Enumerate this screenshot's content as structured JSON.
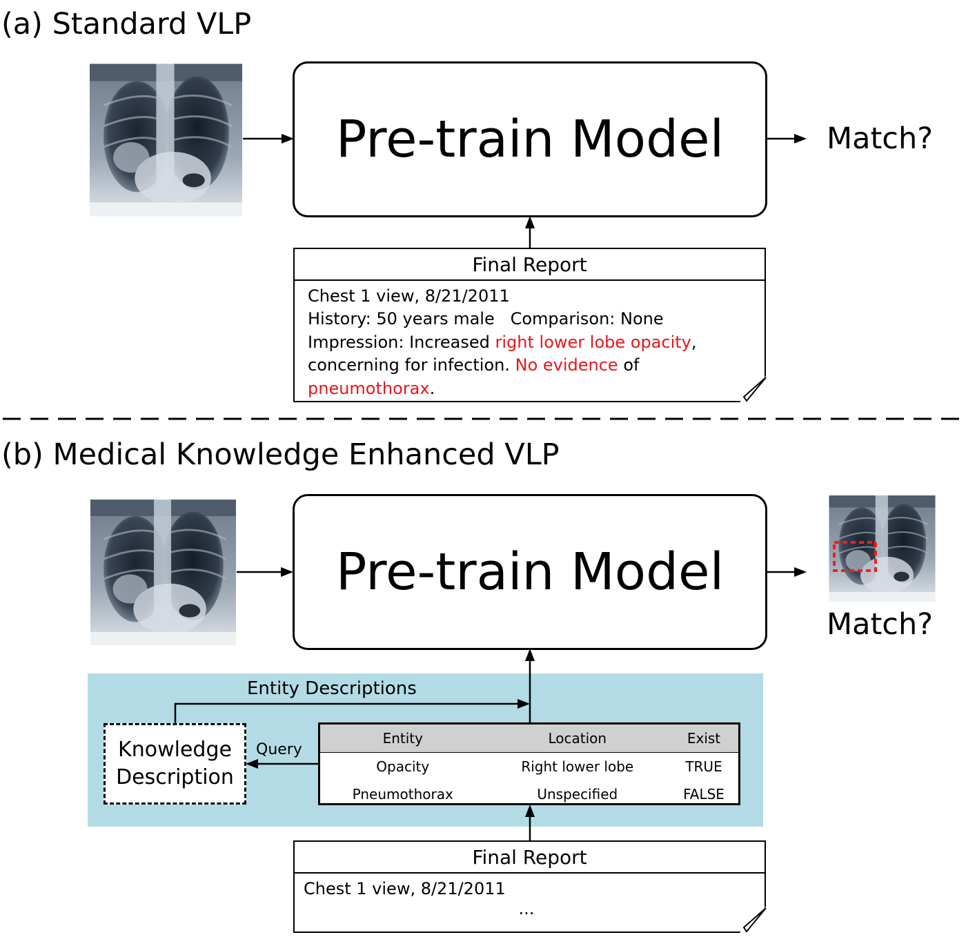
{
  "section_a": {
    "title": "(a) Standard VLP",
    "model_label": "Pre-train Model",
    "output_label": "Match?",
    "report": {
      "header": "Final Report",
      "line1": "Chest 1 view, 8/21/2011",
      "line2": "History: 50 years male   Comparison: None",
      "line3_plain": "Impression: Increased ",
      "line3_highlight": "right lower lobe opacity",
      "line3_end": ",",
      "line4_plain": "concerning for infection. ",
      "line4_highlight": "No evidence",
      "line4_end": " of",
      "line5_highlight": "pneumothorax",
      "line5_end": "."
    }
  },
  "section_b": {
    "title": "(b) Medical Knowledge Enhanced VLP",
    "model_label": "Pre-train Model",
    "output_label": "Match?",
    "entity_descriptions_label": "Entity Descriptions",
    "query_label": "Query",
    "knowledge_box": {
      "line1": "Knowledge",
      "line2": "Description"
    },
    "table": {
      "headers": [
        "Entity",
        "Location",
        "Exist"
      ],
      "rows": [
        [
          "Opacity",
          "Right lower lobe",
          "TRUE"
        ],
        [
          "Pneumothorax",
          "Unspecified",
          "FALSE"
        ]
      ]
    },
    "report": {
      "header": "Final Report",
      "line1": "Chest 1 view, 8/21/2011",
      "ellipsis": "..."
    }
  },
  "colors": {
    "highlight_red": "#e8151b",
    "knowledge_panel": "#b3dbe5",
    "table_header": "#d0d0d0"
  },
  "icons": [
    "chest-xray-image",
    "bounding-box-highlight",
    "arrow-right",
    "arrow-up",
    "arrow-left"
  ]
}
